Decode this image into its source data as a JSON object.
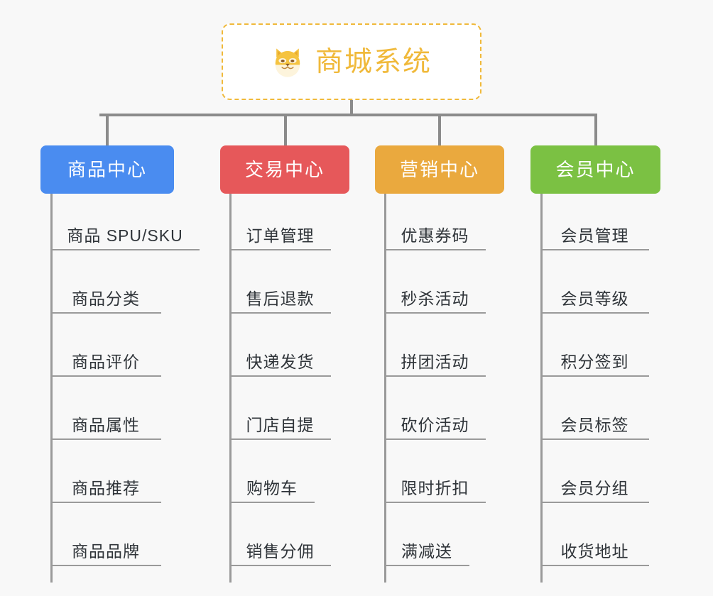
{
  "page": {
    "background_color": "#f8f8f8",
    "line_color": "#8b8b8b",
    "leaf_line_color": "#9a9a9a",
    "leaf_text_color": "#2f3439"
  },
  "root": {
    "title": "商城系统",
    "icon": "shiba-dog-face-icon",
    "accent_color": "#f0b93a",
    "border_style": "dashed",
    "background_color": "#ffffff"
  },
  "branches": [
    {
      "id": "product-center",
      "label": "商品中心",
      "color": "#4a8cf0",
      "items": [
        "商品 SPU/SKU",
        "商品分类",
        "商品评价",
        "商品属性",
        "商品推荐",
        "商品品牌"
      ]
    },
    {
      "id": "trade-center",
      "label": "交易中心",
      "color": "#e6585a",
      "items": [
        "订单管理",
        "售后退款",
        "快递发货",
        "门店自提",
        "购物车",
        "销售分佣"
      ]
    },
    {
      "id": "marketing-center",
      "label": "营销中心",
      "color": "#eaa93e",
      "items": [
        "优惠券码",
        "秒杀活动",
        "拼团活动",
        "砍价活动",
        "限时折扣",
        "满减送"
      ]
    },
    {
      "id": "member-center",
      "label": "会员中心",
      "color": "#7bc143",
      "items": [
        "会员管理",
        "会员等级",
        "积分签到",
        "会员标签",
        "会员分组",
        "收货地址"
      ]
    }
  ]
}
